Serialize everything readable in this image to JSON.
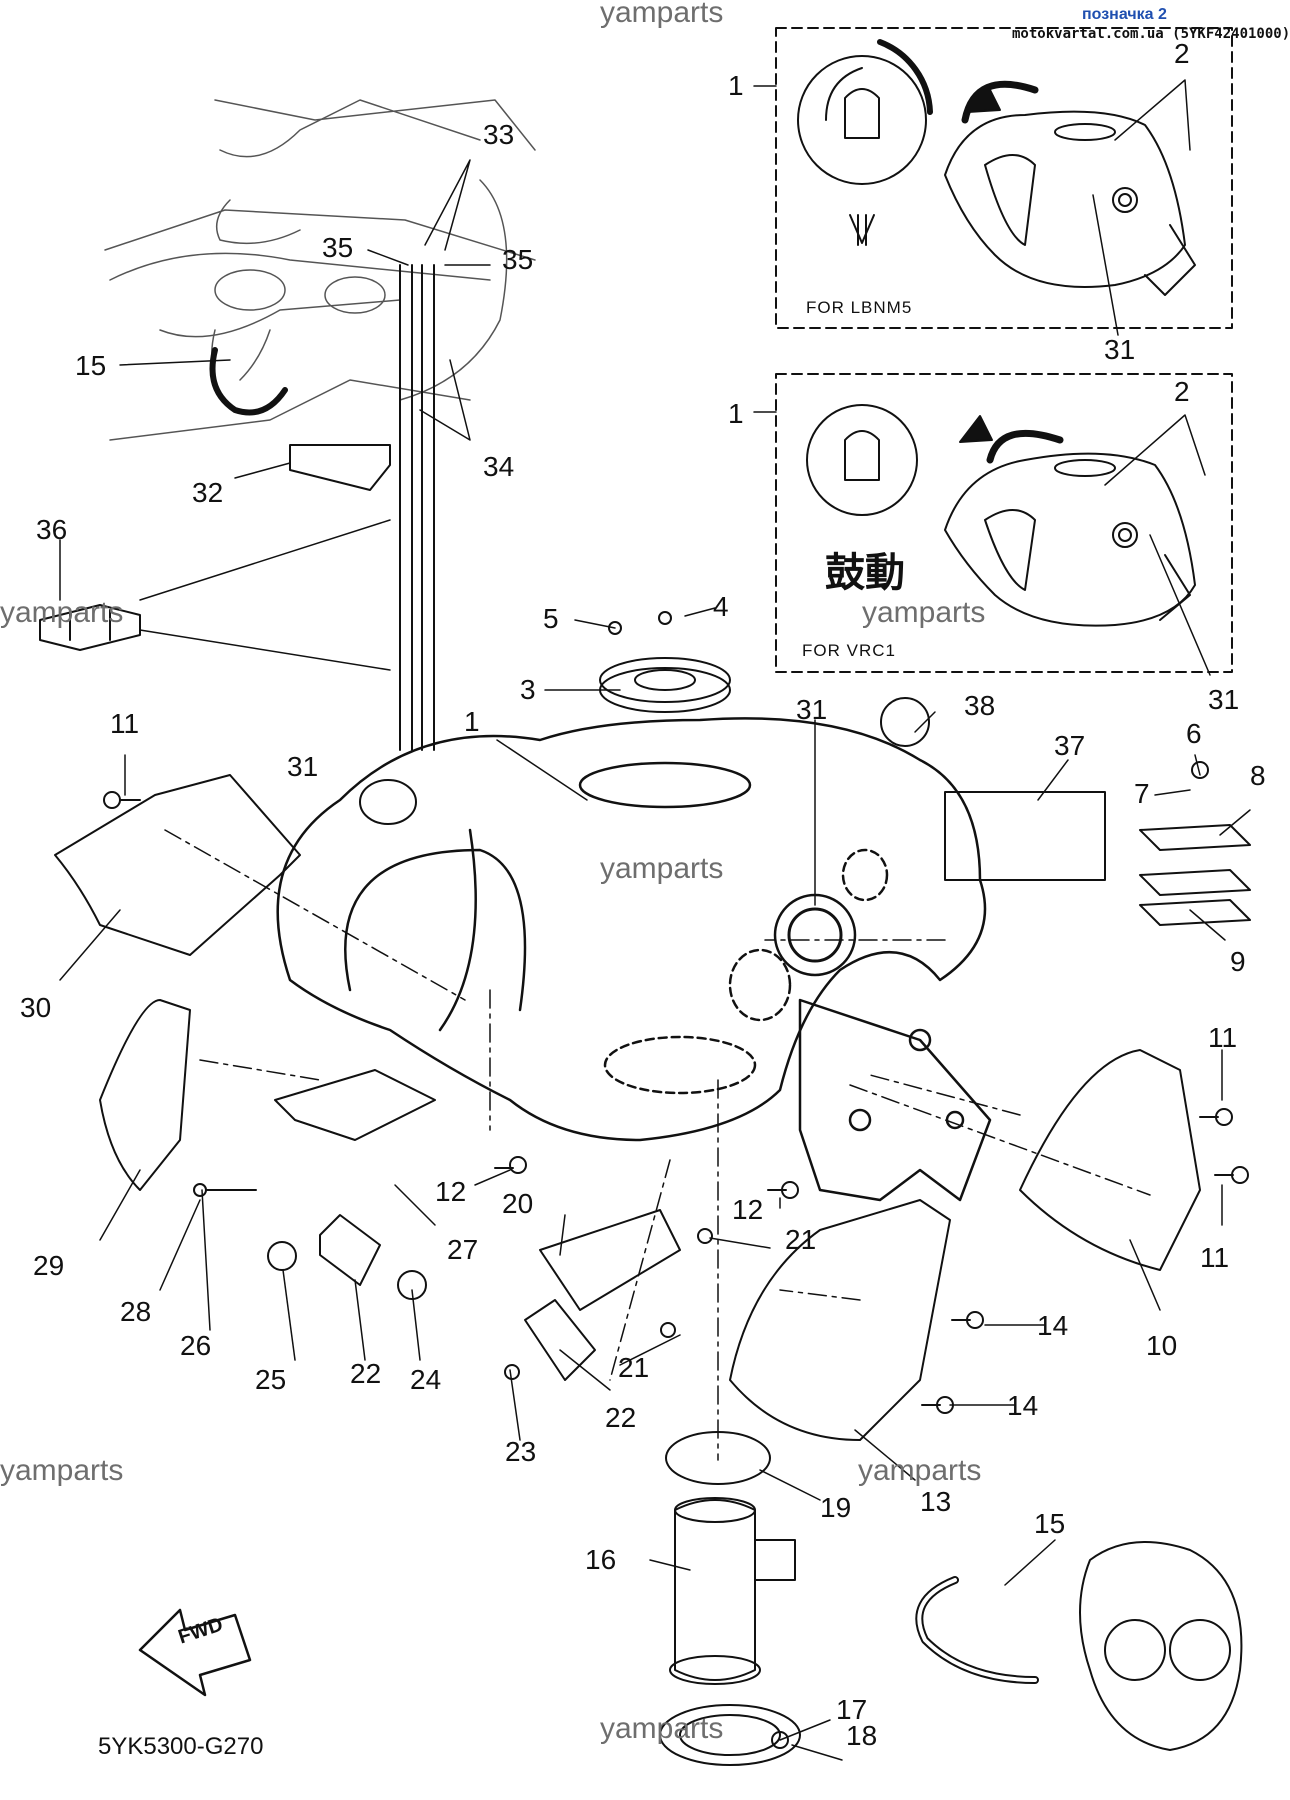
{
  "header": {
    "link_text": "позначка 2",
    "site_text": "motokvartal.com.ua (5YKF42401000)"
  },
  "watermark": "yamparts",
  "diagram_code": "5YK5300-G270",
  "fwd_label": "FWD",
  "variants": [
    {
      "label": "FOR  LBNM5"
    },
    {
      "label": "FOR  VRC1",
      "graphic_text": "鼓動"
    }
  ],
  "callouts": {
    "c1a": "1",
    "c2a": "2",
    "c31a": "31",
    "c1b": "1",
    "c2b": "2",
    "c31b": "31",
    "c33": "33",
    "c35a": "35",
    "c35b": "35",
    "c15a": "15",
    "c34": "34",
    "c32": "32",
    "c36": "36",
    "c5": "5",
    "c4": "4",
    "c3": "3",
    "c1": "1",
    "c31c": "31",
    "c38": "38",
    "c31d": "31",
    "c37": "37",
    "c6": "6",
    "c7": "7",
    "c8": "8",
    "c9": "9",
    "c11a": "11",
    "c30": "30",
    "c11b": "11",
    "c11c": "11",
    "c10": "10",
    "c12a": "12",
    "c12b": "12",
    "c20": "20",
    "c21a": "21",
    "c21b": "21",
    "c14a": "14",
    "c14b": "14",
    "c13": "13",
    "c27": "27",
    "c29": "29",
    "c28": "28",
    "c26": "26",
    "c25": "25",
    "c22a": "22",
    "c24": "24",
    "c22b": "22",
    "c23": "23",
    "c19": "19",
    "c16": "16",
    "c17": "17",
    "c18": "18",
    "c15b": "15"
  },
  "colors": {
    "ink": "#111111",
    "watermark": "#6e6e6e",
    "link": "#1f4fb0"
  }
}
